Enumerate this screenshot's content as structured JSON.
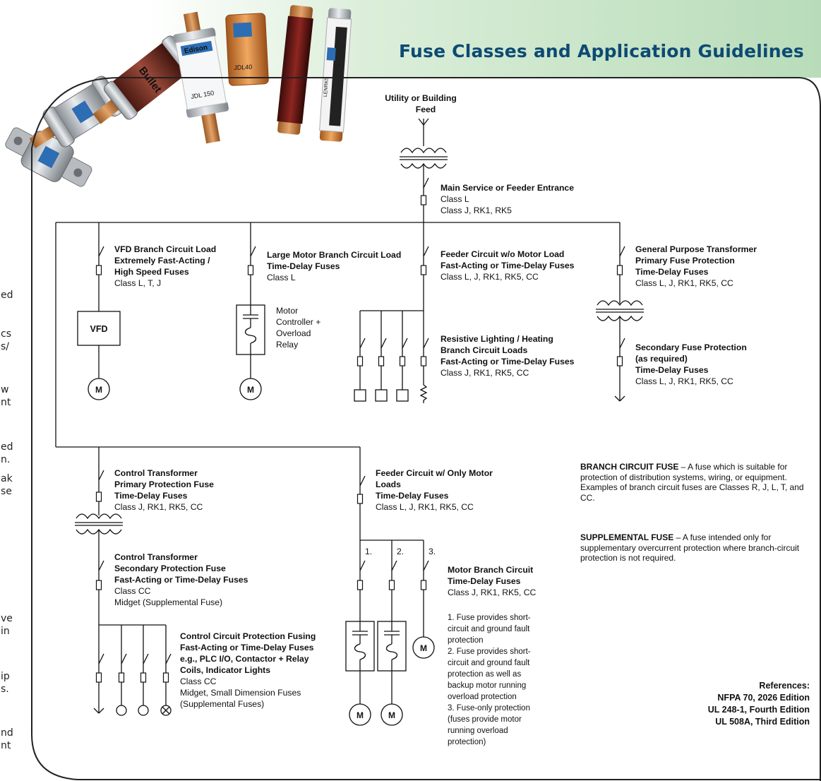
{
  "title": "Fuse Classes and Application Guidelines",
  "photo_labels": {
    "fuse_a": "Edison",
    "fuse_b": "Bullet",
    "fuse_c": "JDL 150",
    "fuse_d": "JDL40",
    "fuse_e": "LENRK5"
  },
  "left_fragments": [
    "ed",
    "cs",
    "s/",
    "w",
    "nt",
    "ed",
    "n.",
    "ak",
    "se",
    "ve",
    "in",
    "ip",
    "s.",
    "nd",
    "nt"
  ],
  "utility_feed": [
    "Utility or Building",
    "Feed"
  ],
  "main_service": {
    "title": "Main Service or Feeder Entrance",
    "lines": [
      "Class L",
      "Class J, RK1, RK5"
    ]
  },
  "vfd_branch": {
    "bold": [
      "VFD Branch Circuit Load",
      "Extremely Fast-Acting /",
      "High Speed Fuses"
    ],
    "lines": [
      "Class L, T, J"
    ],
    "box_label": "VFD",
    "motor": "M"
  },
  "large_motor": {
    "bold": [
      "Large Motor Branch Circuit Load",
      "Time-Delay Fuses"
    ],
    "lines": [
      "Class L"
    ],
    "side": [
      "Motor",
      "Controller +",
      "Overload",
      "Relay"
    ],
    "motor": "M"
  },
  "feeder_no_motor": {
    "bold": [
      "Feeder Circuit w/o Motor Load",
      "Fast-Acting or Time-Delay Fuses"
    ],
    "lines": [
      "Class L, J, RK1, RK5, CC"
    ]
  },
  "resistive": {
    "bold": [
      "Resistive Lighting / Heating",
      "Branch Circuit Loads",
      "Fast-Acting or Time-Delay Fuses"
    ],
    "lines": [
      "Class J, RK1, RK5, CC"
    ]
  },
  "gp_transformer": {
    "bold": [
      "General Purpose Transformer",
      "Primary Fuse Protection",
      "Time-Delay Fuses"
    ],
    "lines": [
      "Class L, J, RK1, RK5, CC"
    ]
  },
  "secondary": {
    "bold": [
      "Secondary Fuse Protection",
      "(as required)",
      "Time-Delay Fuses"
    ],
    "lines": [
      "Class L, J, RK1, RK5, CC"
    ]
  },
  "control_primary": {
    "bold": [
      "Control Transformer",
      "Primary Protection Fuse",
      "Time-Delay Fuses"
    ],
    "lines": [
      "Class J, RK1, RK5, CC"
    ]
  },
  "control_secondary": {
    "bold": [
      "Control Transformer",
      "Secondary Protection Fuse",
      "Fast-Acting or Time-Delay Fuses"
    ],
    "lines": [
      "Class CC",
      "Midget (Supplemental Fuse)"
    ]
  },
  "control_circuit": {
    "bold": [
      "Control Circuit Protection Fusing",
      "Fast-Acting or Time-Delay Fuses",
      "e.g., PLC I/O, Contactor + Relay",
      "Coils, Indicator Lights"
    ],
    "lines": [
      "Class CC",
      "Midget, Small Dimension Fuses",
      "(Supplemental Fuses)"
    ]
  },
  "feeder_motor": {
    "bold": [
      "Feeder Circuit w/ Only Motor",
      "Loads",
      "Time-Delay Fuses"
    ],
    "lines": [
      "Class L, J, RK1, RK5, CC"
    ]
  },
  "motor_branch": {
    "bold": [
      "Motor Branch Circuit",
      "Time-Delay Fuses"
    ],
    "lines": [
      "Class J, RK1, RK5, CC"
    ],
    "numbers": [
      "1.",
      "2.",
      "3."
    ],
    "motor": "M"
  },
  "motor_notes": [
    "1. Fuse provides short-",
    "circuit and ground fault",
    "protection",
    "2. Fuse provides short-",
    "circuit and ground fault",
    "protection as well as",
    "backup motor running",
    "overload protection",
    "3. Fuse-only protection",
    "(fuses provide motor",
    "running overload",
    "protection)"
  ],
  "branch_def": {
    "term": "BRANCH CIRCUIT FUSE",
    "text": " – A fuse which is suitable for protection of distribution systems, wiring, or equipment. Examples of branch circuit fuses are Classes R, J, L, T, and CC."
  },
  "supp_def": {
    "term": "SUPPLEMENTAL FUSE",
    "text": " – A fuse intended only for supplementary overcurrent protection where branch-circuit protection is not required."
  },
  "references": [
    "References:",
    "NFPA 70, 2026 Edition",
    "UL 248-1, Fourth Edition",
    "UL 508A, Third Edition"
  ],
  "colors": {
    "title": "#0d4a73",
    "header_green": "#b8dcb9",
    "copper": "#c9803f"
  }
}
